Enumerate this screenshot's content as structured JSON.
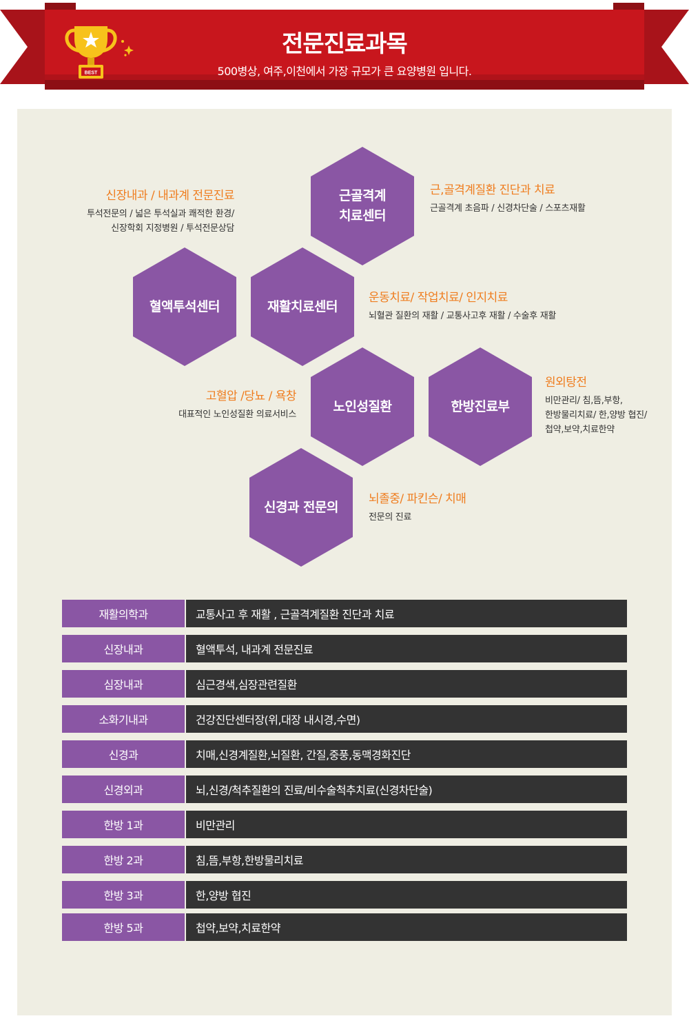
{
  "banner": {
    "title": "전문진료과목",
    "subtitle": "500병상, 여주,이천에서 가장 규모가 큰 요양병원 입니다.",
    "badge_text": "BEST",
    "colors": {
      "ribbon": "#c8161d",
      "ribbon_dark": "#8d0f14",
      "trophy": "#f7c21b"
    }
  },
  "centers": [
    {
      "label": "근골격계\n치료센터",
      "heading": "근,골격계질환 진단과 치료",
      "body": "근골격계 초음파 / 신경차단술 / 스포츠재활"
    },
    {
      "label": "혈액투석센터",
      "heading": "신장내과 / 내과계 전문진료",
      "body": "투석전문의 / 넓은 투석실과 쾌적한 환경/\n신장학회 지정병원 / 투석전문상담"
    },
    {
      "label": "재활치료센터",
      "heading": "운동치료/ 작업치료/ 인지치료",
      "body": "뇌혈관 질환의 재활 / 교통사고후 재활 / 수술후 재활"
    },
    {
      "label": "노인성질환",
      "heading": "고혈압 /당뇨 / 욕창",
      "body": "대표적인 노인성질환 의료서비스"
    },
    {
      "label": "한방진료부",
      "heading": "원외탕전",
      "body": "비만관리/ 침,뜸,부항,\n한방물리치료/ 한,양방 협진/\n첩약,보약,치료한약"
    },
    {
      "label": "신경과 전문의",
      "heading": "뇌졸중/ 파킨슨/ 치매",
      "body": "전문의 진료"
    }
  ],
  "colors": {
    "hex": "#8a56a4",
    "panel": "#efeee3",
    "accent": "#ef7d1f",
    "row_dark": "#333333"
  },
  "departments": [
    {
      "name": "재활의학과",
      "desc": "교통사고 후 재활 , 근골격계질환 진단과 치료"
    },
    {
      "name": "신장내과",
      "desc": "혈액투석, 내과계 전문진료"
    },
    {
      "name": "심장내과",
      "desc": "심근경색,심장관련질환"
    },
    {
      "name": "소화기내과",
      "desc": "건강진단센터장(위,대장 내시경,수면)"
    },
    {
      "name": "신경과",
      "desc": "치매,신경계질환,뇌질환, 간질,중풍,동맥경화진단"
    },
    {
      "name": "신경외과",
      "desc": "뇌,신경/척추질환의 진료/비수술척추치료(신경차단술)"
    },
    {
      "name": "한방 1과",
      "desc": "비만관리"
    },
    {
      "name": "한방 2과",
      "desc": "침,뜸,부항,한방물리치료"
    },
    {
      "name": "한방 3과",
      "desc": "한,양방 협진"
    },
    {
      "name": "한방 5과",
      "desc": "첩약,보약,치료한약"
    }
  ]
}
